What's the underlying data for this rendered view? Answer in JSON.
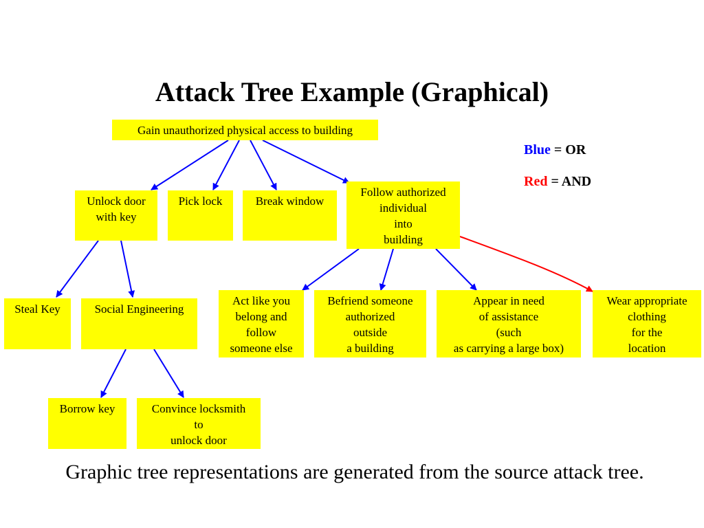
{
  "title": "Attack Tree Example (Graphical)",
  "legend": {
    "blue_word": "Blue",
    "blue_rest": " = OR",
    "red_word": "Red",
    "red_rest": " = AND",
    "colors": {
      "or": "#0000ff",
      "and": "#ff0000",
      "node_fill": "#ffff00"
    }
  },
  "nodes": {
    "root": "Gain unauthorized physical access to building",
    "unlock": "Unlock door\nwith key",
    "picklock": "Pick lock",
    "breakwindow": "Break window",
    "follow": "Follow authorized\nindividual\ninto\nbuilding",
    "stealkey": "Steal Key",
    "social": "Social Engineering",
    "actlike": "Act like you\nbelong and\nfollow\nsomeone else",
    "befriend": "Befriend someone\nauthorized\noutside\na building",
    "appear": "Appear in need\nof assistance\n(such\nas carrying a large box)",
    "wear": "Wear appropriate\nclothing\nfor the\nlocation",
    "borrow": "Borrow key",
    "convince": "Convince locksmith\nto\nunlock door"
  },
  "caption": "Graphic tree representations are generated from the source attack tree."
}
